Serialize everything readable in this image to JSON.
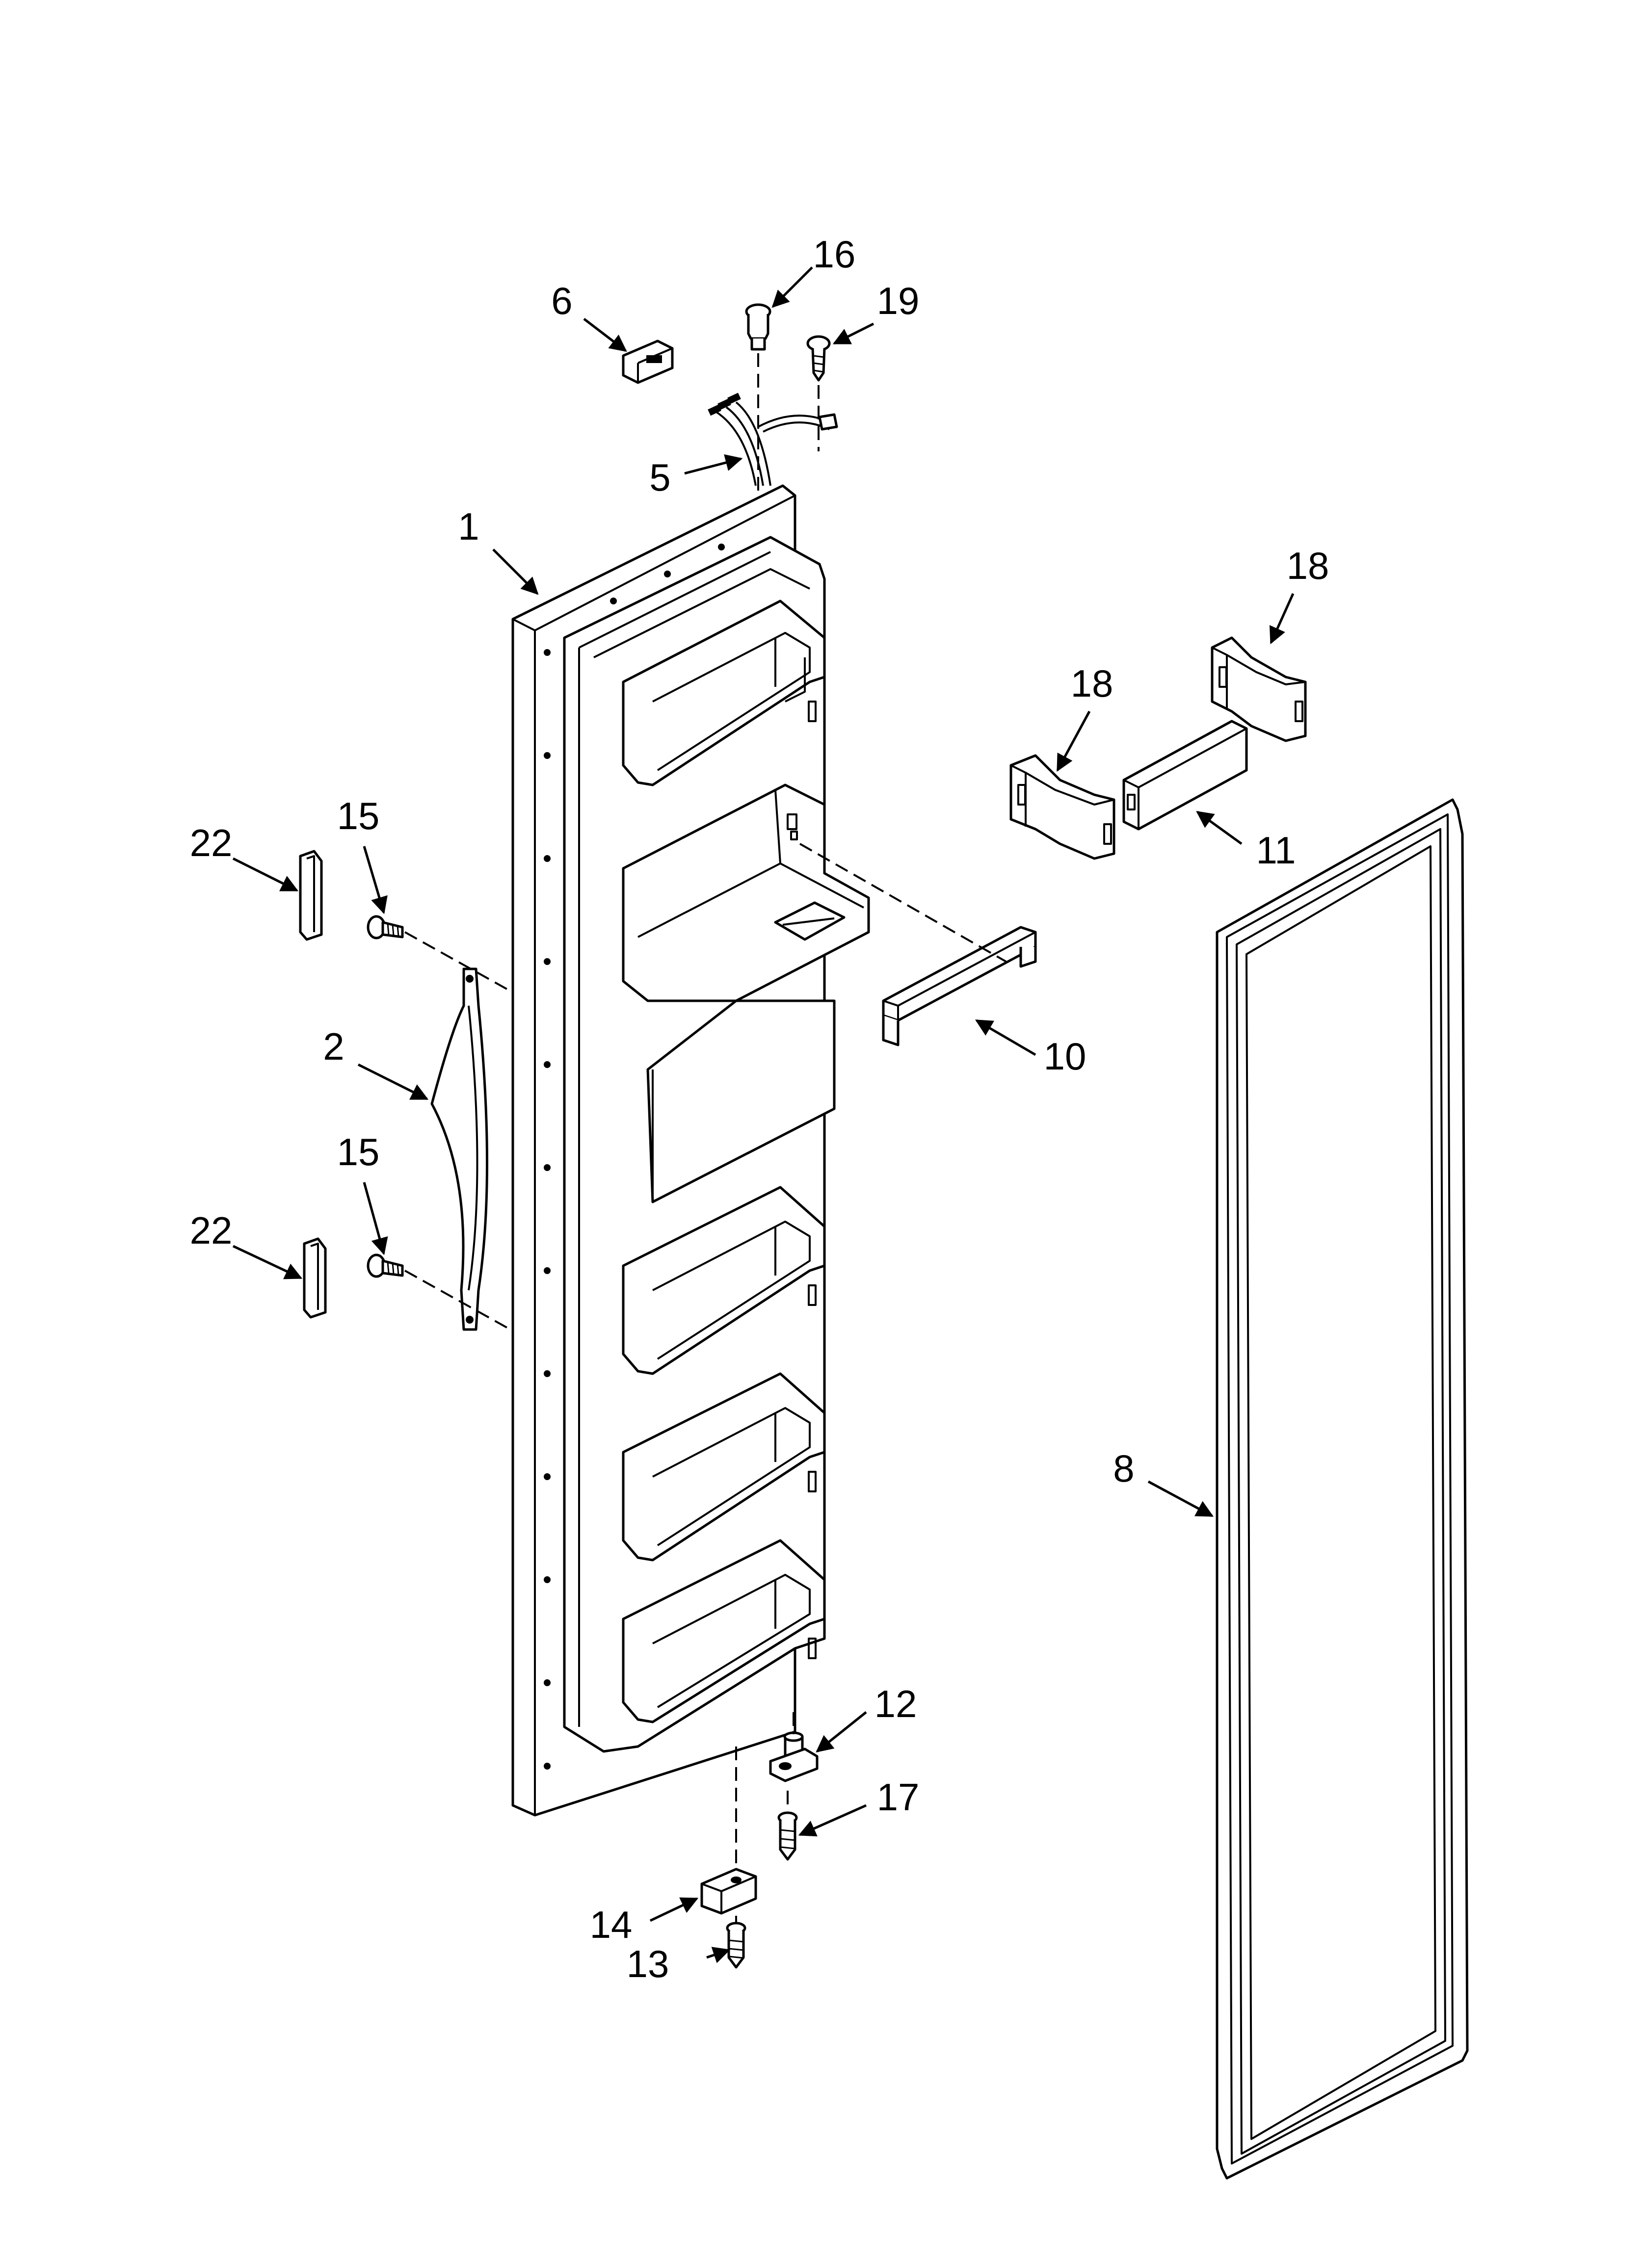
{
  "diagram": {
    "labels": {
      "p1": "1",
      "p2": "2",
      "p5": "5",
      "p6": "6",
      "p8": "8",
      "p10": "10",
      "p11": "11",
      "p12": "12",
      "p13": "13",
      "p14": "14",
      "p15a": "15",
      "p15b": "15",
      "p16": "16",
      "p17": "17",
      "p18a": "18",
      "p18b": "18",
      "p19": "19",
      "p22a": "22",
      "p22b": "22"
    },
    "colors": {
      "line": "#000000",
      "background": "#ffffff"
    }
  }
}
